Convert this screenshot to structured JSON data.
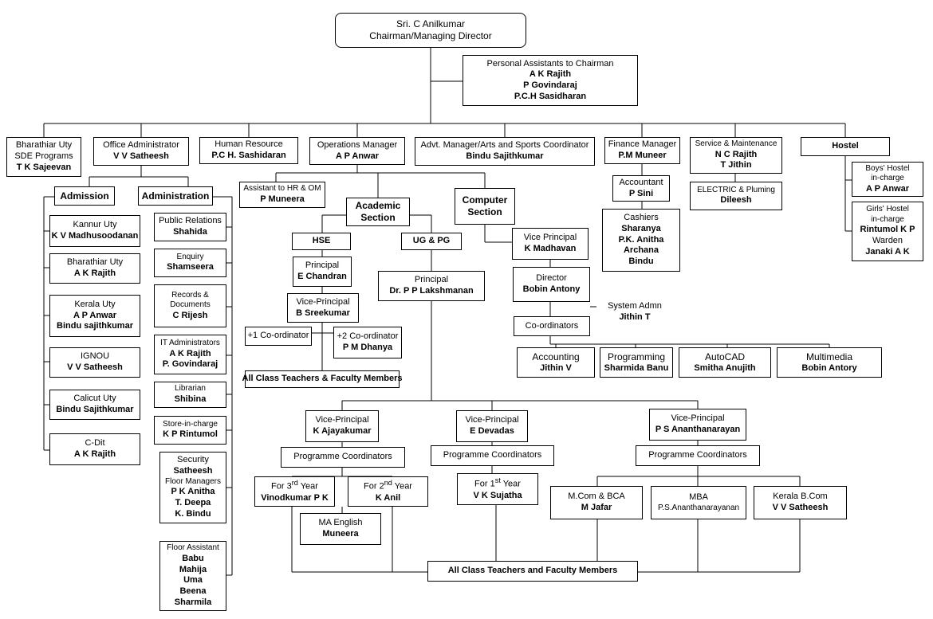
{
  "root": {
    "title": "Sri. C Anilkumar",
    "subtitle": "Chairman/Managing Director"
  },
  "pa": {
    "title": "Personal Assistants to Chairman",
    "names": [
      "A K Rajith",
      "P Govindaraj",
      "P.C.H Sasidharan"
    ]
  },
  "bharathiar_sde": {
    "line1": "Bharathiar Uty",
    "line2": "SDE Programs",
    "name": "T K Sajeevan"
  },
  "office_admin": {
    "title": "Office Administrator",
    "name": "V V Satheesh"
  },
  "hr": {
    "title": "Human Resource",
    "name": "P.C H. Sashidaran"
  },
  "ops": {
    "title": "Operations Manager",
    "name": "A P Anwar"
  },
  "advt": {
    "title": "Advt. Manager/Arts and Sports Coordinator",
    "name": "Bindu Sajithkumar"
  },
  "finance": {
    "title": "Finance Manager",
    "name": "P.M Muneer"
  },
  "service": {
    "title": "Service & Maintenance",
    "names": [
      "N C Rajith",
      "T Jithin"
    ]
  },
  "hostel": {
    "title": "Hostel"
  },
  "admission": {
    "title": "Admission"
  },
  "administration": {
    "title": "Administration"
  },
  "adm_kannur": {
    "title": "Kannur Uty",
    "name": "K V Madhusoodanan"
  },
  "adm_bharathiar": {
    "title": "Bharathiar Uty",
    "name": "A K Rajith"
  },
  "adm_kerala": {
    "title": "Kerala Uty",
    "names": [
      "A P Anwar",
      "Bindu sajithkumar"
    ]
  },
  "adm_ignou": {
    "title": "IGNOU",
    "name": "V V Satheesh"
  },
  "adm_calicut": {
    "title": "Calicut Uty",
    "name": "Bindu Sajithkumar"
  },
  "adm_cdit": {
    "title": "C-Dit",
    "name": "A K Rajith"
  },
  "pr": {
    "title": "Public Relations",
    "name": "Shahida"
  },
  "enquiry": {
    "title": "Enquiry",
    "name": "Shamseera"
  },
  "records": {
    "line1": "Records &",
    "line2": "Documents",
    "name": "C Rijesh"
  },
  "it_admin": {
    "title": "IT Administrators",
    "names": [
      "A K Rajith",
      "P. Govindaraj"
    ]
  },
  "librarian": {
    "title": "Librarian",
    "name": "Shibina"
  },
  "store": {
    "title": "Store-in-charge",
    "name": "K P Rintumol"
  },
  "security": {
    "title": "Security",
    "name": "Satheesh",
    "sub": "Floor Managers",
    "names": [
      "P K Anitha",
      "T. Deepa",
      "K. Bindu"
    ]
  },
  "floor_asst": {
    "title": "Floor Assistant",
    "names": [
      "Babu",
      "Mahija",
      "Uma",
      "Beena",
      "Sharmila"
    ]
  },
  "asst_hr": {
    "title": "Assistant to HR & OM",
    "name": "P Muneera"
  },
  "academic": {
    "line1": "Academic",
    "line2": "Section"
  },
  "computer": {
    "line1": "Computer",
    "line2": "Section"
  },
  "hse": {
    "title": "HSE"
  },
  "ugpg": {
    "title": "UG & PG"
  },
  "hse_principal": {
    "title": "Principal",
    "name": "E Chandran"
  },
  "hse_vp": {
    "title": "Vice-Principal",
    "name": "B Sreekumar"
  },
  "coord1": {
    "title": "+1 Co-ordinator"
  },
  "coord2": {
    "title": "+2 Co-ordinator",
    "name": "P M Dhanya"
  },
  "hse_teachers": {
    "title": "All Class Teachers & Faculty Members"
  },
  "ug_principal": {
    "title": "Principal",
    "name": "Dr. P P Lakshmanan"
  },
  "cs_vp": {
    "title": "Vice Principal",
    "name": "K Madhavan"
  },
  "cs_director": {
    "title": "Director",
    "name": "Bobin Antony"
  },
  "sysadmin": {
    "title": "System Admn",
    "name": "Jithin T"
  },
  "cs_coord": {
    "title": "Co-ordinators"
  },
  "accounting": {
    "title": "Accounting",
    "name": "Jithin V"
  },
  "programming": {
    "title": "Programming",
    "name": "Sharmida Banu"
  },
  "autocad": {
    "title": "AutoCAD",
    "name": "Smitha Anujith"
  },
  "multimedia": {
    "title": "Multimedia",
    "name": "Bobin Antory"
  },
  "accountant": {
    "title": "Accountant",
    "name": "P Sini"
  },
  "cashiers": {
    "title": "Cashiers",
    "names": [
      "Sharanya",
      "P.K. Anitha",
      "Archana",
      "Bindu"
    ]
  },
  "electric": {
    "title": "ELECTRIC & Pluming",
    "name": "Dileesh"
  },
  "boys_hostel": {
    "line1": "Boys' Hostel",
    "line2": "in-charge",
    "name": "A P Anwar"
  },
  "girls_hostel": {
    "line1": "Girls' Hostel",
    "line2": "in-charge",
    "name": "Rintumol K P",
    "sub": "Warden",
    "name2": "Janaki A K"
  },
  "vp1": {
    "title": "Vice-Principal",
    "name": "K Ajayakumar"
  },
  "vp2": {
    "title": "Vice-Principal",
    "name": "E Devadas"
  },
  "vp3": {
    "title": "Vice-Principal",
    "name": "P S Ananthanarayan"
  },
  "pc1": {
    "title": "Programme Coordinators"
  },
  "pc2": {
    "title": "Programme Coordinators"
  },
  "pc3": {
    "title": "Programme Coordinators"
  },
  "third_year": {
    "pre": "For 3",
    "sup": "rd",
    "post": " Year",
    "name": "Vinodkumar P K"
  },
  "second_year": {
    "pre": "For 2",
    "sup": "nd",
    "post": " Year",
    "name": "K Anil"
  },
  "first_year": {
    "pre": "For 1",
    "sup": "st",
    "post": " Year",
    "name": "V K Sujatha"
  },
  "ma_english": {
    "title": "MA English",
    "name": "Muneera"
  },
  "mcom": {
    "title": "M.Com & BCA",
    "name": "M Jafar"
  },
  "mba": {
    "title": "MBA",
    "name": "P.S.Ananthanarayanan"
  },
  "kerala_bcom": {
    "title": "Kerala B.Com",
    "name": "V V Satheesh"
  },
  "all_teachers": {
    "title": "All Class Teachers and Faculty Members"
  }
}
